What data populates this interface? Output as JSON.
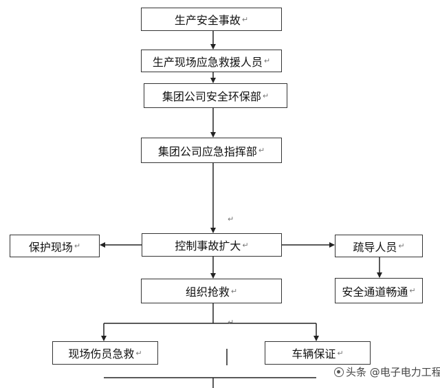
{
  "nodes": {
    "accident": "生产安全事故",
    "onsite_rescue": "生产现场应急救援人员",
    "env_dept": "集团公司安全环保部",
    "command_dept": "集团公司应急指挥部",
    "protect_scene": "保护现场",
    "control_expand": "控制事故扩大",
    "evacuate": "疏导人员",
    "organize_rescue": "组织抢救",
    "safe_passage": "安全通道畅通",
    "injured_rescue": "现场伤员急救",
    "vehicle": "车辆保证"
  },
  "paragraph_mark": "↵",
  "watermark": {
    "text": "头条 @电子电力工程"
  },
  "colors": {
    "line": "#222222",
    "border": "#333333",
    "background": "#ffffff"
  }
}
